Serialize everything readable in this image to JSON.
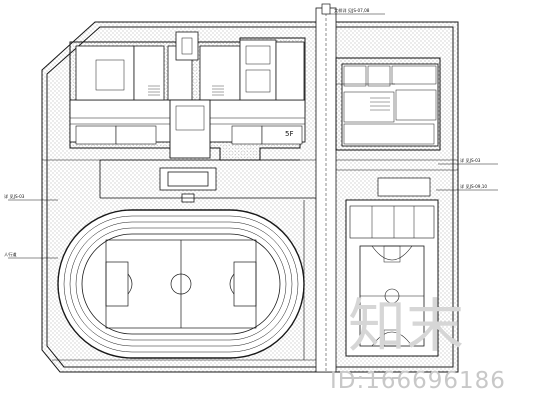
{
  "labels": {
    "top_detail": "大样详 见JS-07,08",
    "right_detail_a": "详 见JS-03",
    "right_detail_b": "详 见JS-09,10",
    "left_detail": "详 见JS-03",
    "left_note": "人行道"
  },
  "watermark": {
    "logo": "知末",
    "id": "ID:166696186"
  },
  "colors": {
    "line": "#1a1a1a",
    "stipple": "#8a8a8a",
    "paper": "#ffffff",
    "watermark": "#cfcfcf"
  }
}
